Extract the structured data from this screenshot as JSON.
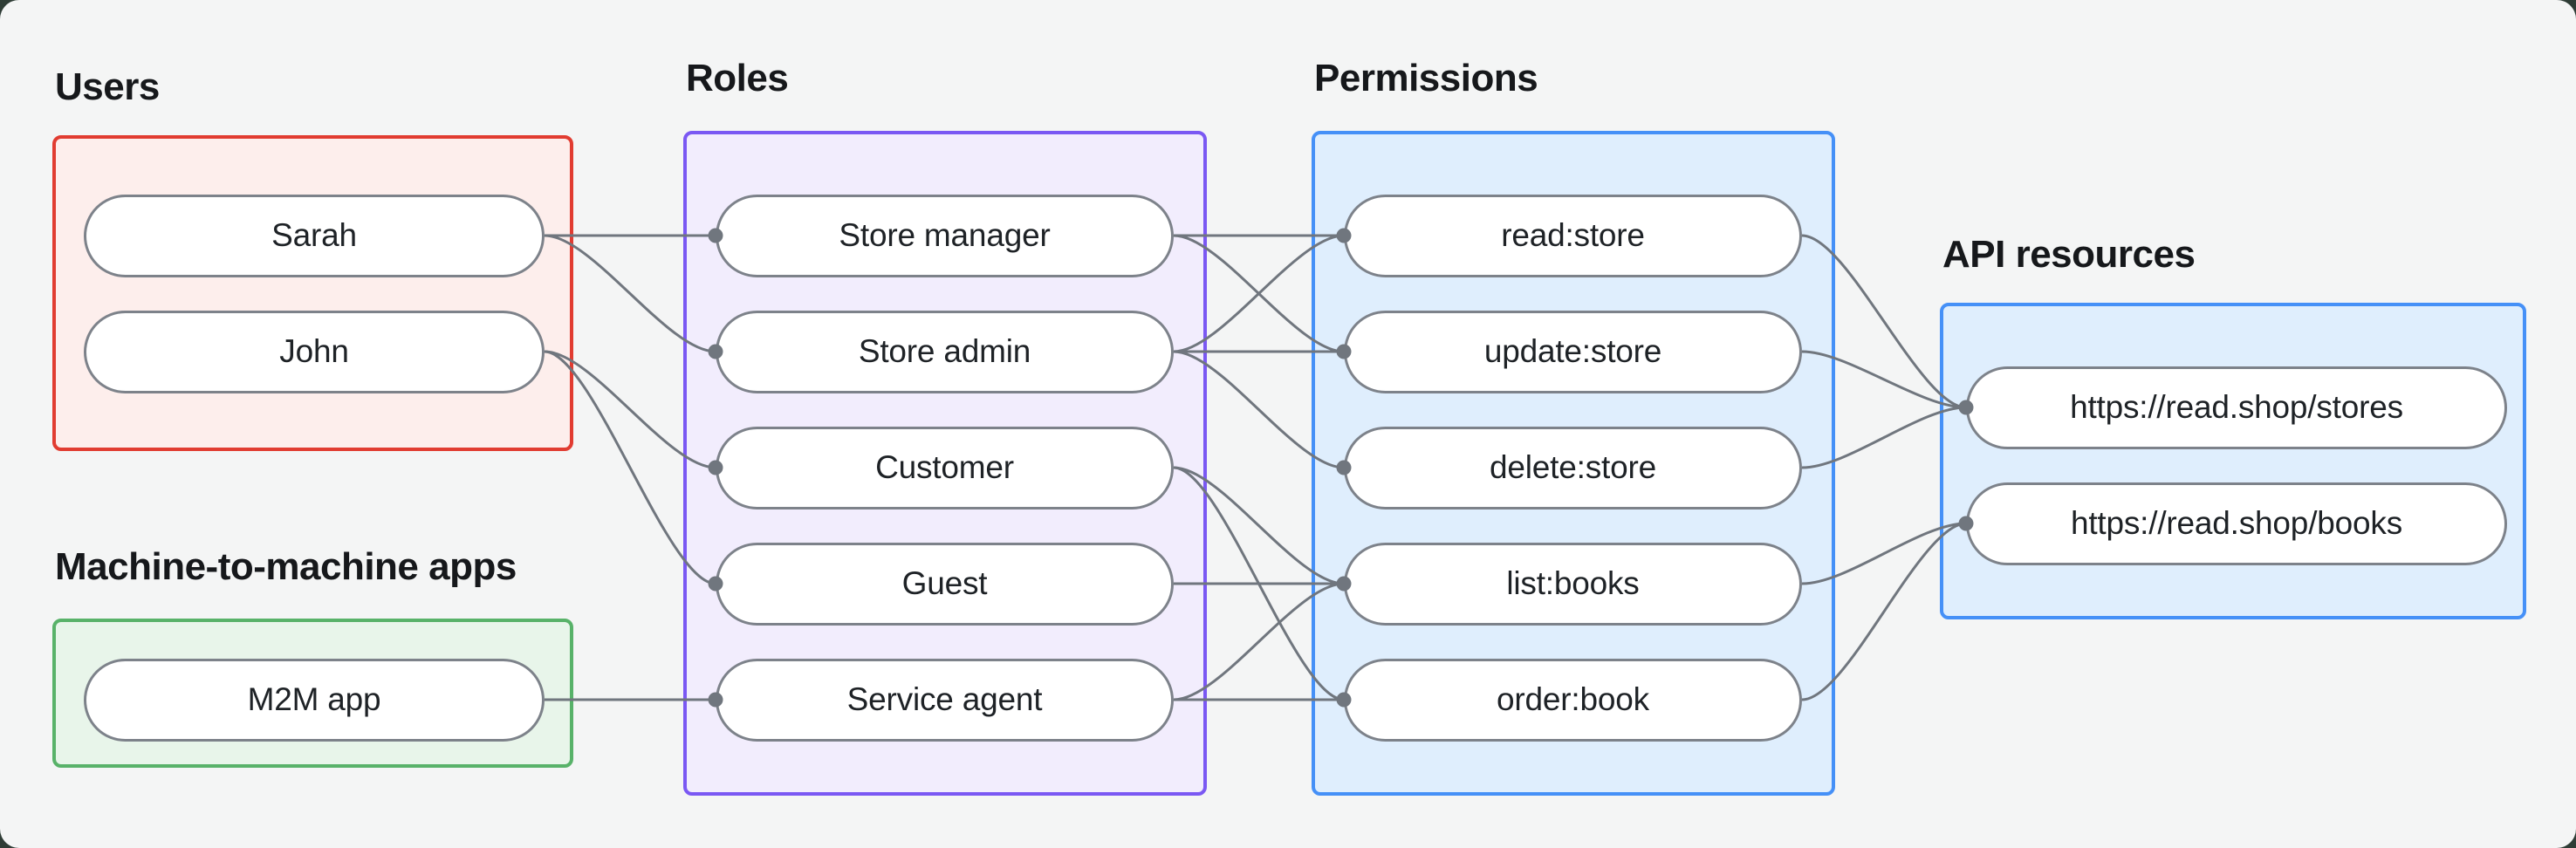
{
  "canvas": {
    "page_background": "#2f3d36",
    "card_background": "#f4f5f5",
    "edge_color": "#70767e",
    "dot_color": "#70767e",
    "pill_fill": "#ffffff",
    "pill_border_color": "#7d828a",
    "pill_text_color": "#1e2226",
    "label_color": "#16181b"
  },
  "groups": [
    {
      "id": "users",
      "label": "Users",
      "border_color": "#e13c31",
      "fill_color": "#fdeeec",
      "nodes": [
        {
          "id": "sarah",
          "label": "Sarah"
        },
        {
          "id": "john",
          "label": "John"
        }
      ]
    },
    {
      "id": "m2m",
      "label": "Machine-to-machine apps",
      "border_color": "#58b269",
      "fill_color": "#e8f5ea",
      "nodes": [
        {
          "id": "m2m-app",
          "label": "M2M app"
        }
      ]
    },
    {
      "id": "roles",
      "label": "Roles",
      "border_color": "#7a58f3",
      "fill_color": "#f2edfd",
      "nodes": [
        {
          "id": "store-manager",
          "label": "Store manager"
        },
        {
          "id": "store-admin",
          "label": "Store admin"
        },
        {
          "id": "customer",
          "label": "Customer"
        },
        {
          "id": "guest",
          "label": "Guest"
        },
        {
          "id": "service-agent",
          "label": "Service agent"
        }
      ]
    },
    {
      "id": "permissions",
      "label": "Permissions",
      "border_color": "#4590f7",
      "fill_color": "#dfeefd",
      "nodes": [
        {
          "id": "read-store",
          "label": "read:store"
        },
        {
          "id": "update-store",
          "label": "update:store"
        },
        {
          "id": "delete-store",
          "label": "delete:store"
        },
        {
          "id": "list-books",
          "label": "list:books"
        },
        {
          "id": "order-book",
          "label": "order:book"
        }
      ]
    },
    {
      "id": "api",
      "label": "API resources",
      "border_color": "#4590f7",
      "fill_color": "#dfeefd",
      "nodes": [
        {
          "id": "stores",
          "label": "https://read.shop/stores"
        },
        {
          "id": "books",
          "label": "https://read.shop/books"
        }
      ]
    }
  ],
  "edges": [
    [
      "sarah",
      "store-manager"
    ],
    [
      "sarah",
      "store-admin"
    ],
    [
      "john",
      "customer"
    ],
    [
      "john",
      "guest"
    ],
    [
      "m2m-app",
      "service-agent"
    ],
    [
      "store-manager",
      "read-store"
    ],
    [
      "store-manager",
      "update-store"
    ],
    [
      "store-admin",
      "read-store"
    ],
    [
      "store-admin",
      "update-store"
    ],
    [
      "store-admin",
      "delete-store"
    ],
    [
      "customer",
      "list-books"
    ],
    [
      "customer",
      "order-book"
    ],
    [
      "guest",
      "list-books"
    ],
    [
      "service-agent",
      "list-books"
    ],
    [
      "service-agent",
      "order-book"
    ],
    [
      "read-store",
      "stores"
    ],
    [
      "update-store",
      "stores"
    ],
    [
      "delete-store",
      "stores"
    ],
    [
      "list-books",
      "books"
    ],
    [
      "order-book",
      "books"
    ]
  ]
}
